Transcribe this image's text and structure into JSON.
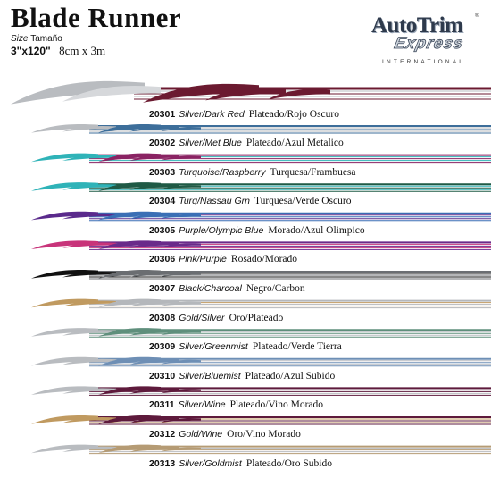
{
  "header": {
    "title": "Blade Runner",
    "size_label_en": "Size",
    "size_label_es": "Tamaño",
    "size_inches": "3\"x120\"",
    "size_metric": "8cm  x 3m"
  },
  "logo": {
    "line1": "AutoTrim",
    "line2": "Express",
    "line3": "INTERNATIONAL",
    "tm": "®"
  },
  "products": [
    {
      "code": "20301",
      "name_en": "Silver/Dark Red",
      "name_es": "Plateado/Rojo Oscuro",
      "color1": "#b9bcc0",
      "color2": "#6b1a30"
    },
    {
      "code": "20302",
      "name_en": "Silver/Met Blue",
      "name_es": "Plateado/Azul Metalico",
      "color1": "#b9bcc0",
      "color2": "#3d6e9a"
    },
    {
      "code": "20303",
      "name_en": "Turquoise/Raspberry",
      "name_es": "Turquesa/Frambuesa",
      "color1": "#2fb3b8",
      "color2": "#8a2363"
    },
    {
      "code": "20304",
      "name_en": "Turq/Nassau Grn",
      "name_es": "Turquesa/Verde Oscuro",
      "color1": "#2fb3b8",
      "color2": "#1f5a45"
    },
    {
      "code": "20305",
      "name_en": "Purple/Olympic Blue",
      "name_es": "Morado/Azul Olimpico",
      "color1": "#5a2a8c",
      "color2": "#3a6fb5"
    },
    {
      "code": "20306",
      "name_en": "Pink/Purple",
      "name_es": "Rosado/Morado",
      "color1": "#c8347a",
      "color2": "#6a2a8a"
    },
    {
      "code": "20307",
      "name_en": "Black/Charcoal",
      "name_es": "Negro/Carbon",
      "color1": "#111111",
      "color2": "#6b6e72"
    },
    {
      "code": "20308",
      "name_en": "Gold/Silver",
      "name_es": "Oro/Plateado",
      "color1": "#c09a60",
      "color2": "#b4b7bb"
    },
    {
      "code": "20309",
      "name_en": "Silver/Greenmist",
      "name_es": "Plateado/Verde Tierra",
      "color1": "#b9bcc0",
      "color2": "#5f8f7c"
    },
    {
      "code": "20310",
      "name_en": "Silver/Bluemist",
      "name_es": "Plateado/Azul Subido",
      "color1": "#b9bcc0",
      "color2": "#6e8fb5"
    },
    {
      "code": "20311",
      "name_en": "Silver/Wine",
      "name_es": "Plateado/Vino Morado",
      "color1": "#b9bcc0",
      "color2": "#5e1a3c"
    },
    {
      "code": "20312",
      "name_en": "Gold/Wine",
      "name_es": "Oro/Vino Morado",
      "color1": "#c09a60",
      "color2": "#5e1a3c"
    },
    {
      "code": "20313",
      "name_en": "Silver/Goldmist",
      "name_es": "Plateado/Oro Subido",
      "color1": "#b9bcc0",
      "color2": "#b59b74"
    }
  ]
}
